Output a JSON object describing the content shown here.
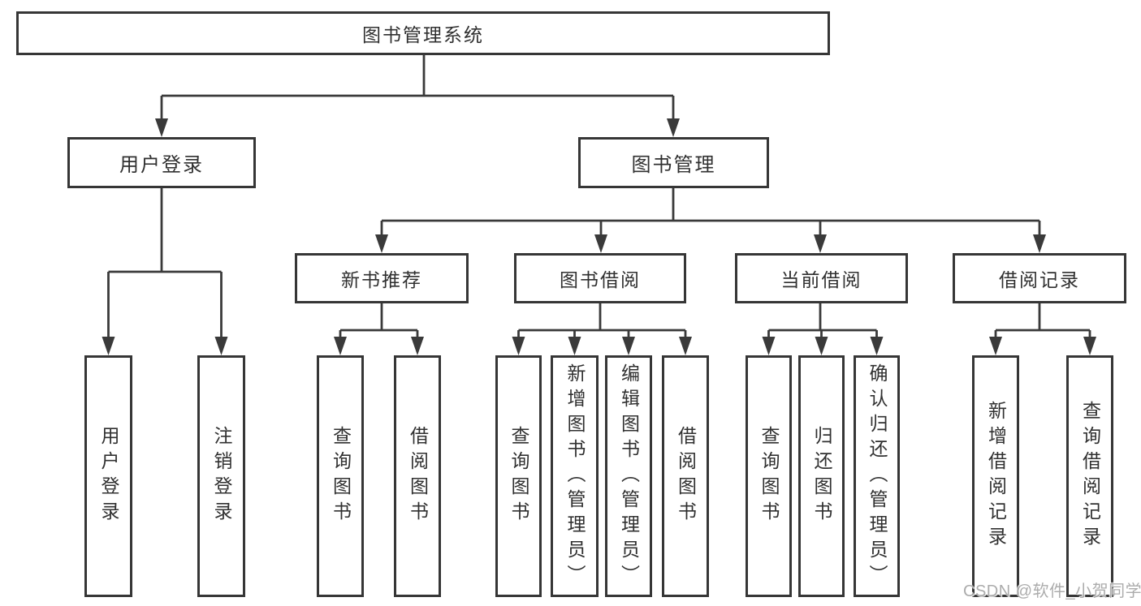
{
  "colors": {
    "background": "#ffffff",
    "line": "#3a3a3a",
    "box_border": "#363636",
    "text": "#303030",
    "watermark": "#a8a8a8"
  },
  "watermark": {
    "text": "CSDN @软件_小贺同学"
  },
  "tree": {
    "root": {
      "label": "图书管理系统",
      "children": [
        {
          "label": "用户登录",
          "children": [
            {
              "label": "用户登录"
            },
            {
              "label": "注销登录"
            }
          ]
        },
        {
          "label": "图书管理",
          "children": [
            {
              "label": "新书推荐",
              "children": [
                {
                  "label": "查询图书"
                },
                {
                  "label": "借阅图书"
                }
              ]
            },
            {
              "label": "图书借阅",
              "children": [
                {
                  "label": "查询图书"
                },
                {
                  "label": "新增图书（管理员）"
                },
                {
                  "label": "编辑图书（管理员）"
                },
                {
                  "label": "借阅图书"
                }
              ]
            },
            {
              "label": "当前借阅",
              "children": [
                {
                  "label": "查询图书"
                },
                {
                  "label": "归还图书"
                },
                {
                  "label": "确认归还（管理员）"
                }
              ]
            },
            {
              "label": "借阅记录",
              "children": [
                {
                  "label": "新增借阅记录"
                },
                {
                  "label": "查询借阅记录"
                }
              ]
            }
          ]
        }
      ]
    }
  }
}
